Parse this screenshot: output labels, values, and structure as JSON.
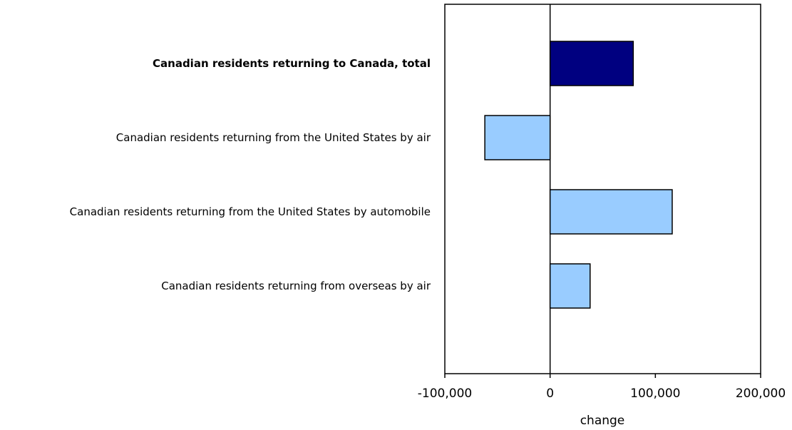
{
  "chart_data": {
    "type": "bar",
    "orientation": "horizontal",
    "categories": [
      "Canadian residents returning to Canada, total",
      "Canadian residents returning from the United States by air",
      "Canadian residents returning from the United States by automobile",
      "Canadian residents returning from overseas by air"
    ],
    "bold_categories": [
      true,
      false,
      false,
      false
    ],
    "values": [
      79000,
      -62000,
      116000,
      38000
    ],
    "bar_colors": [
      "#000080",
      "#99ccff",
      "#99ccff",
      "#99ccff"
    ],
    "xlabel": "change",
    "ylabel": "",
    "xlim": [
      -100000,
      200000
    ],
    "xticks": [
      -100000,
      0,
      100000,
      200000
    ],
    "xtick_labels": [
      "-100,000",
      "0",
      "100,000",
      "200,000"
    ],
    "grid": false,
    "legend": "none"
  }
}
